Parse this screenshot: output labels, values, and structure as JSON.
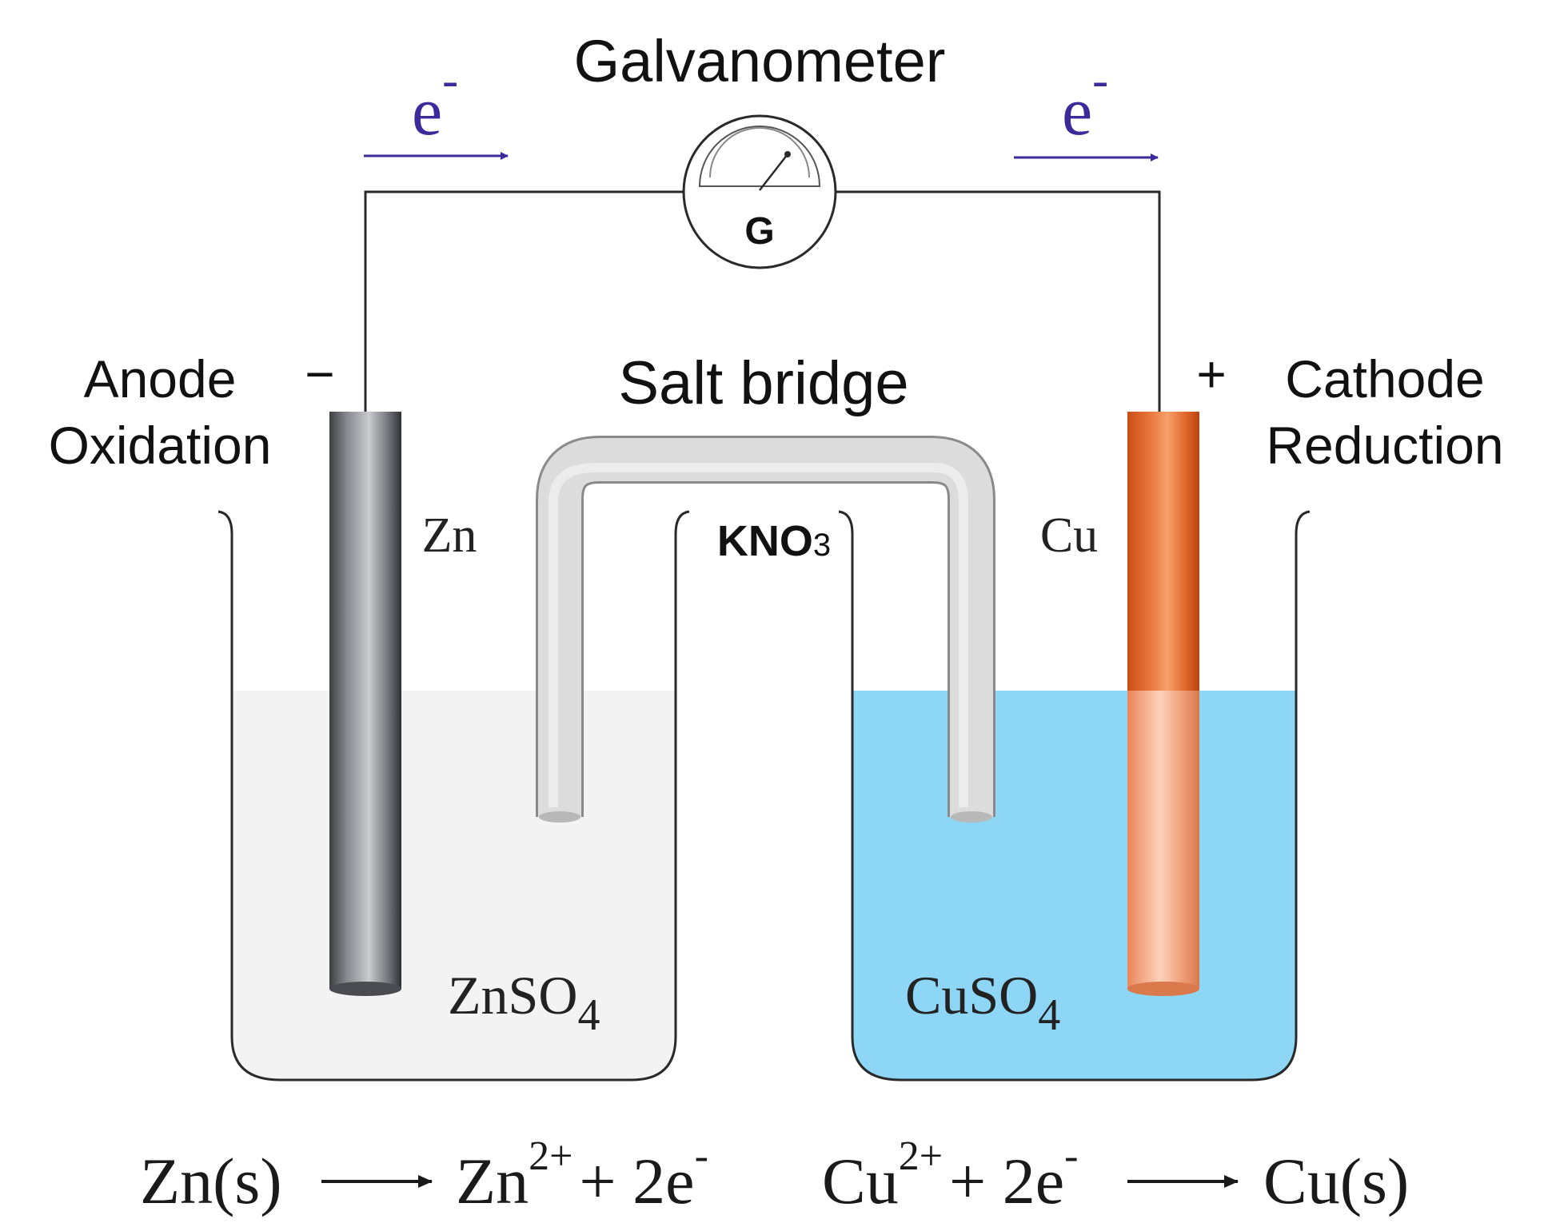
{
  "title": "Galvanometer",
  "galvanometer_symbol": "G",
  "electron_left": {
    "base": "e",
    "sup": "-"
  },
  "electron_right": {
    "base": "e",
    "sup": "-"
  },
  "anode": {
    "sign": "−",
    "line1": "Anode",
    "line2": "Oxidation"
  },
  "cathode": {
    "sign": "+",
    "line1": "Cathode",
    "line2": "Reduction"
  },
  "salt_bridge": {
    "label": "Salt bridge",
    "compound": "KNO",
    "compound_sub": "3"
  },
  "electrodes": {
    "left": "Zn",
    "right": "Cu"
  },
  "solutions": {
    "left": {
      "base": "ZnSO",
      "sub": "4"
    },
    "right": {
      "base": "CuSO",
      "sub": "4"
    }
  },
  "equations": {
    "oxidation": {
      "reactant": "Zn(s)",
      "product_base": "Zn",
      "product_sup": "2+",
      "electrons": "+ 2e",
      "electron_sup": "-"
    },
    "reduction": {
      "reactant_base": "Cu",
      "reactant_sup": "2+",
      "electrons": "+ 2e",
      "electron_sup": "-",
      "product": "Cu(s)"
    }
  },
  "colors": {
    "electron_arrow": "#3b2a9a",
    "wire": "#2a2a2a",
    "cuso4_solution": "#8dd6f5",
    "znso4_solution": "#f3f3f3",
    "copper": "#e8743a",
    "zinc": "#6f7075"
  }
}
